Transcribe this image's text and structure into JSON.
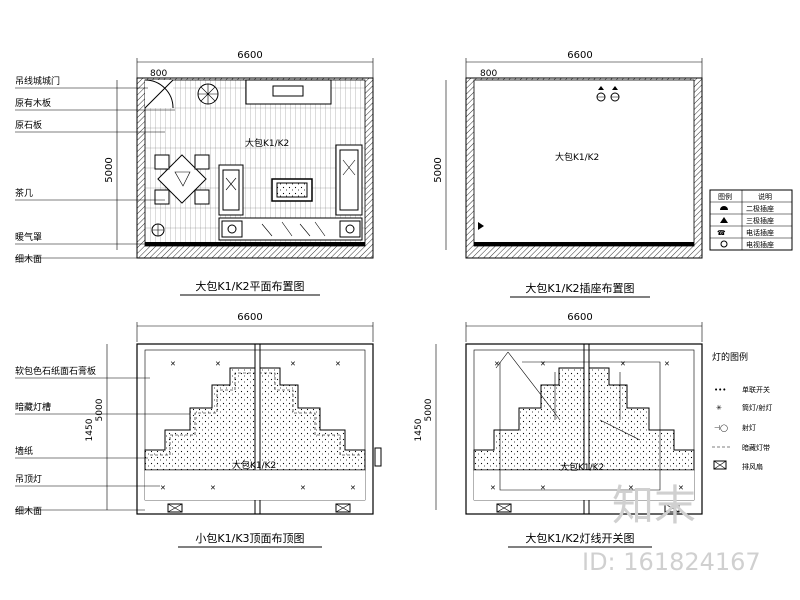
{
  "plans": {
    "furniture": {
      "title": "大包K1/K2平面布置图",
      "width_dim": "6600",
      "door_dim": "800",
      "height_dim": "5000",
      "room_label": "大包K1/K2"
    },
    "socket": {
      "title": "大包K1/K2插座布置图",
      "width_dim": "6600",
      "door_dim": "800",
      "height_dim": "5000",
      "room_label": "大包K1/K2"
    },
    "ceiling": {
      "title": "小包K1/K3顶面布顶图",
      "width_dim": "6600",
      "height_dim": "5000",
      "side_dim": "1450",
      "room_label": "大包K1/K2"
    },
    "lighting": {
      "title": "大包K1/K2灯线开关图",
      "width_dim": "6600",
      "height_dim": "5000",
      "side_dim": "1450",
      "room_label": "大包K1/K2"
    }
  },
  "callouts_top": [
    "吊线城城门",
    "原有木板",
    "原石板",
    "茶几",
    "暖气罩",
    "细木面"
  ],
  "callouts_bottom": [
    "软包色石纸面石膏板",
    "暗藏灯槽",
    "墙纸",
    "吊顶灯",
    "细木面"
  ],
  "socket_legend": {
    "header_symbol": "图例",
    "header_desc": "说明",
    "rows": [
      "二极插座",
      "三极插座",
      "电话插座",
      "电视插座"
    ]
  },
  "light_legend": {
    "title": "灯的图例",
    "rows": [
      "单联开关",
      "筒灯/射灯",
      "射灯",
      "暗藏灯带",
      "排风扇"
    ]
  },
  "watermark": {
    "brand": "知末",
    "id": "ID: 161824167"
  }
}
